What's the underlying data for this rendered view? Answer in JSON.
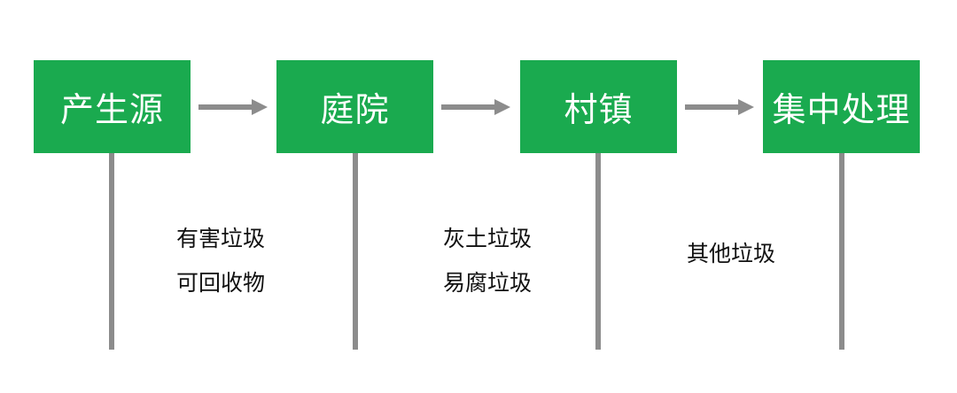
{
  "stages": [
    {
      "label": "产生源"
    },
    {
      "label": "庭院"
    },
    {
      "label": "村镇"
    },
    {
      "label": "集中处理"
    }
  ],
  "notes": [
    {
      "lines": [
        "有害垃圾",
        "可回收物"
      ]
    },
    {
      "lines": [
        "灰土垃圾",
        "易腐垃圾"
      ]
    },
    {
      "lines": [
        "其他垃圾"
      ]
    }
  ],
  "colors": {
    "box": "#1aaa4f",
    "connector": "#8c8c8c",
    "box_text": "#ffffff",
    "note_text": "#111111"
  }
}
